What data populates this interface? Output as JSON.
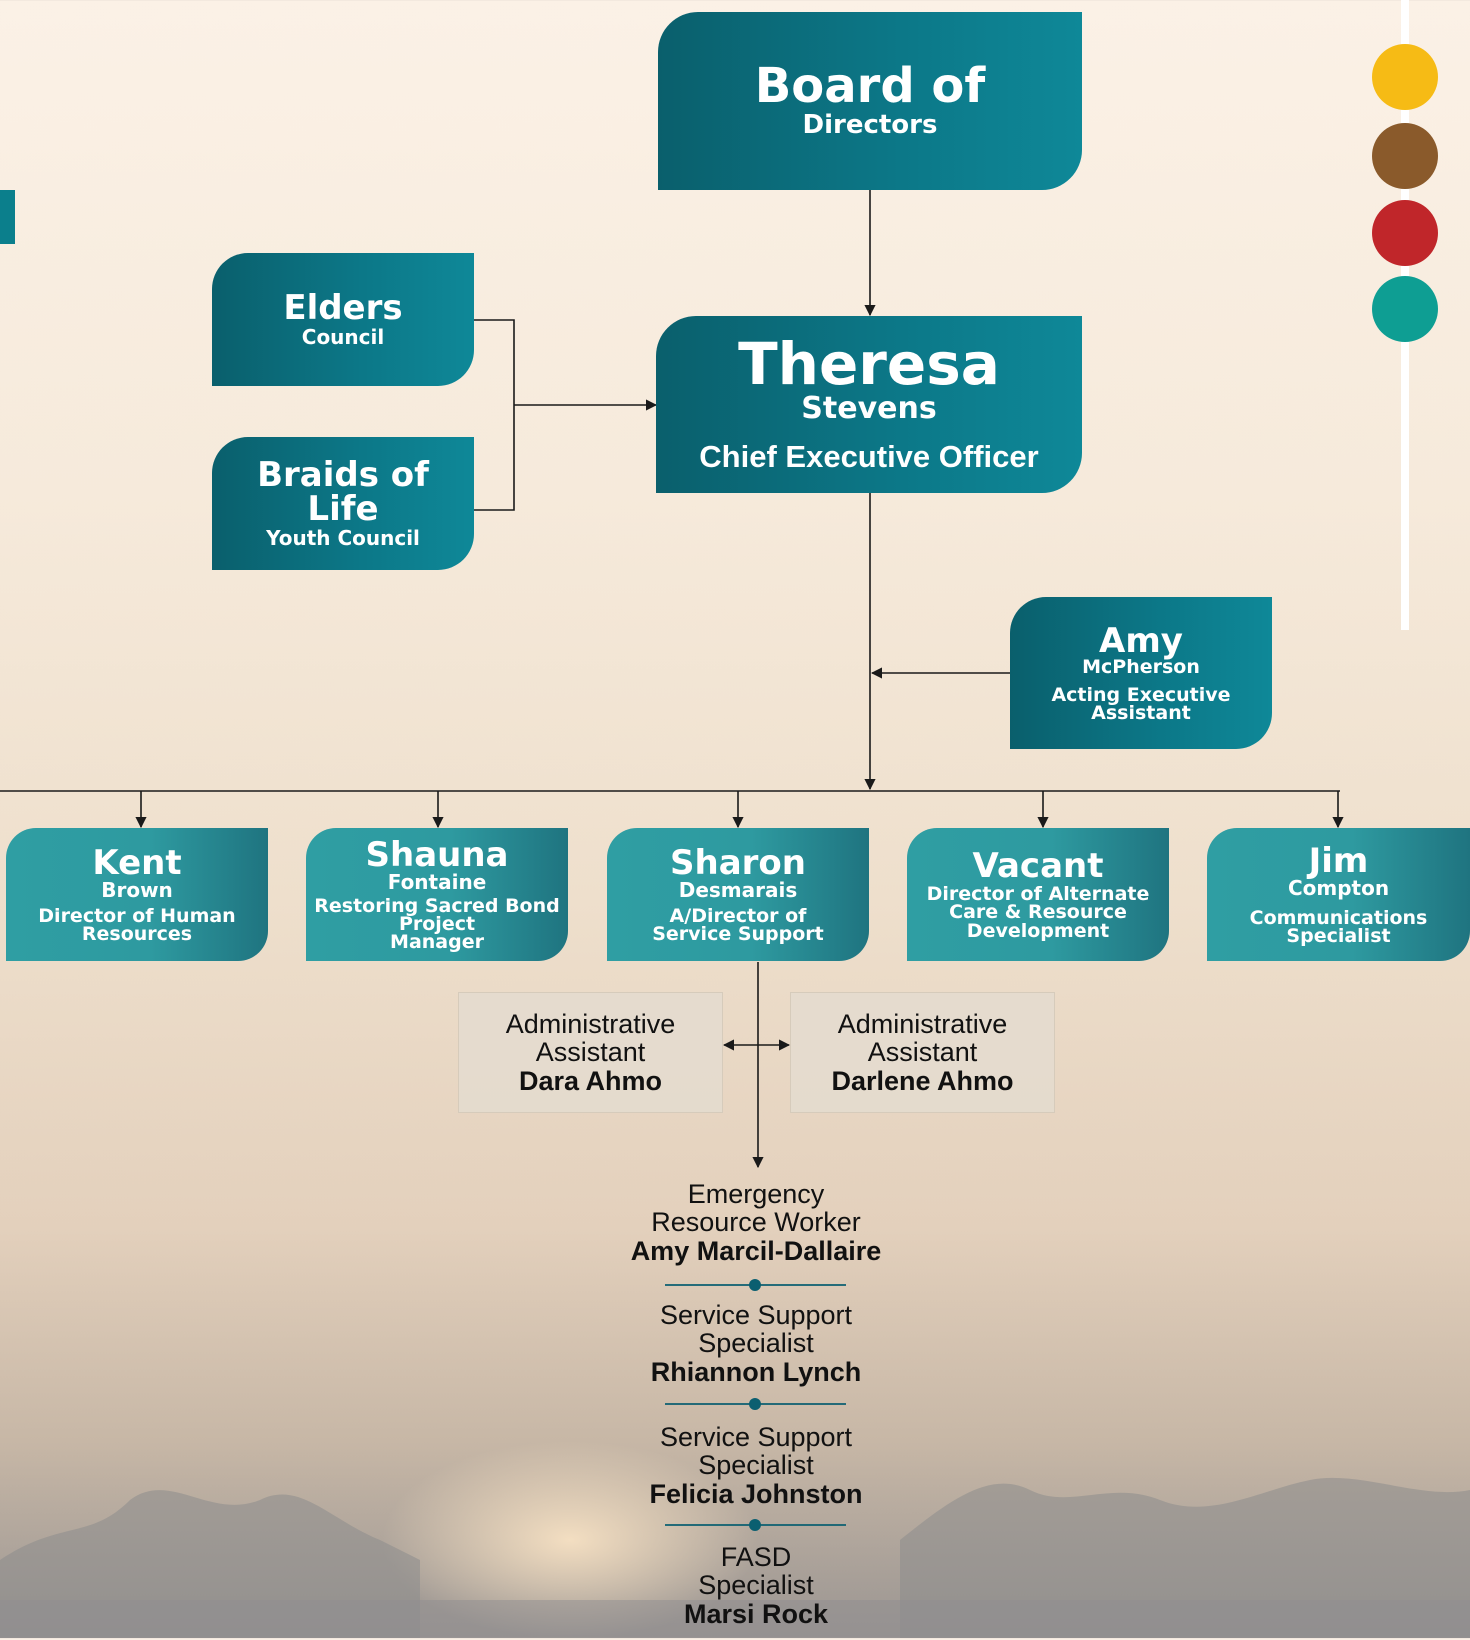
{
  "board": {
    "line1": "Board of",
    "line2": "Directors"
  },
  "elders": {
    "line1": "Elders",
    "line2": "Council"
  },
  "braids": {
    "line1": "Braids of",
    "line2": "Life",
    "line3": "Youth Council"
  },
  "ceo": {
    "first": "Theresa",
    "last": "Stevens",
    "title": "Chief Executive Officer"
  },
  "assistant": {
    "first": "Amy",
    "last": "McPherson",
    "role1": "Acting Executive",
    "role2": "Assistant"
  },
  "directors": [
    {
      "first": "Kent",
      "last": "Brown",
      "role1": "Director of Human",
      "role2": "Resources",
      "role3": ""
    },
    {
      "first": "Shauna",
      "last": "Fontaine",
      "role1": "Restoring Sacred Bond",
      "role2": "Project",
      "role3": "Manager"
    },
    {
      "first": "Sharon",
      "last": "Desmarais",
      "role1": "A/Director of",
      "role2": "Service Support",
      "role3": ""
    },
    {
      "first": "Vacant",
      "last": "",
      "role1": "Director of Alternate",
      "role2": "Care & Resource",
      "role3": "Development"
    },
    {
      "first": "Jim",
      "last": "Compton",
      "role1": "Communications",
      "role2": "Specialist",
      "role3": ""
    }
  ],
  "admins": [
    {
      "role1": "Administrative",
      "role2": "Assistant",
      "name": "Dara Ahmo"
    },
    {
      "role1": "Administrative",
      "role2": "Assistant",
      "name": "Darlene Ahmo"
    }
  ],
  "staff": [
    {
      "role1": "Emergency",
      "role2": "Resource Worker",
      "name": "Amy Marcil-Dallaire"
    },
    {
      "role1": "Service Support",
      "role2": "Specialist",
      "name": "Rhiannon Lynch"
    },
    {
      "role1": "Service Support",
      "role2": "Specialist",
      "name": "Felicia Johnston"
    },
    {
      "role1": "FASD",
      "role2": "Specialist",
      "name": "Marsi Rock"
    }
  ],
  "palette": {
    "dark_teal": "#0a5f6c",
    "teal": "#0e8898",
    "dot_colors": [
      "#f6bb15",
      "#8a5a2b",
      "#c0262a",
      "#0e9e93"
    ]
  }
}
